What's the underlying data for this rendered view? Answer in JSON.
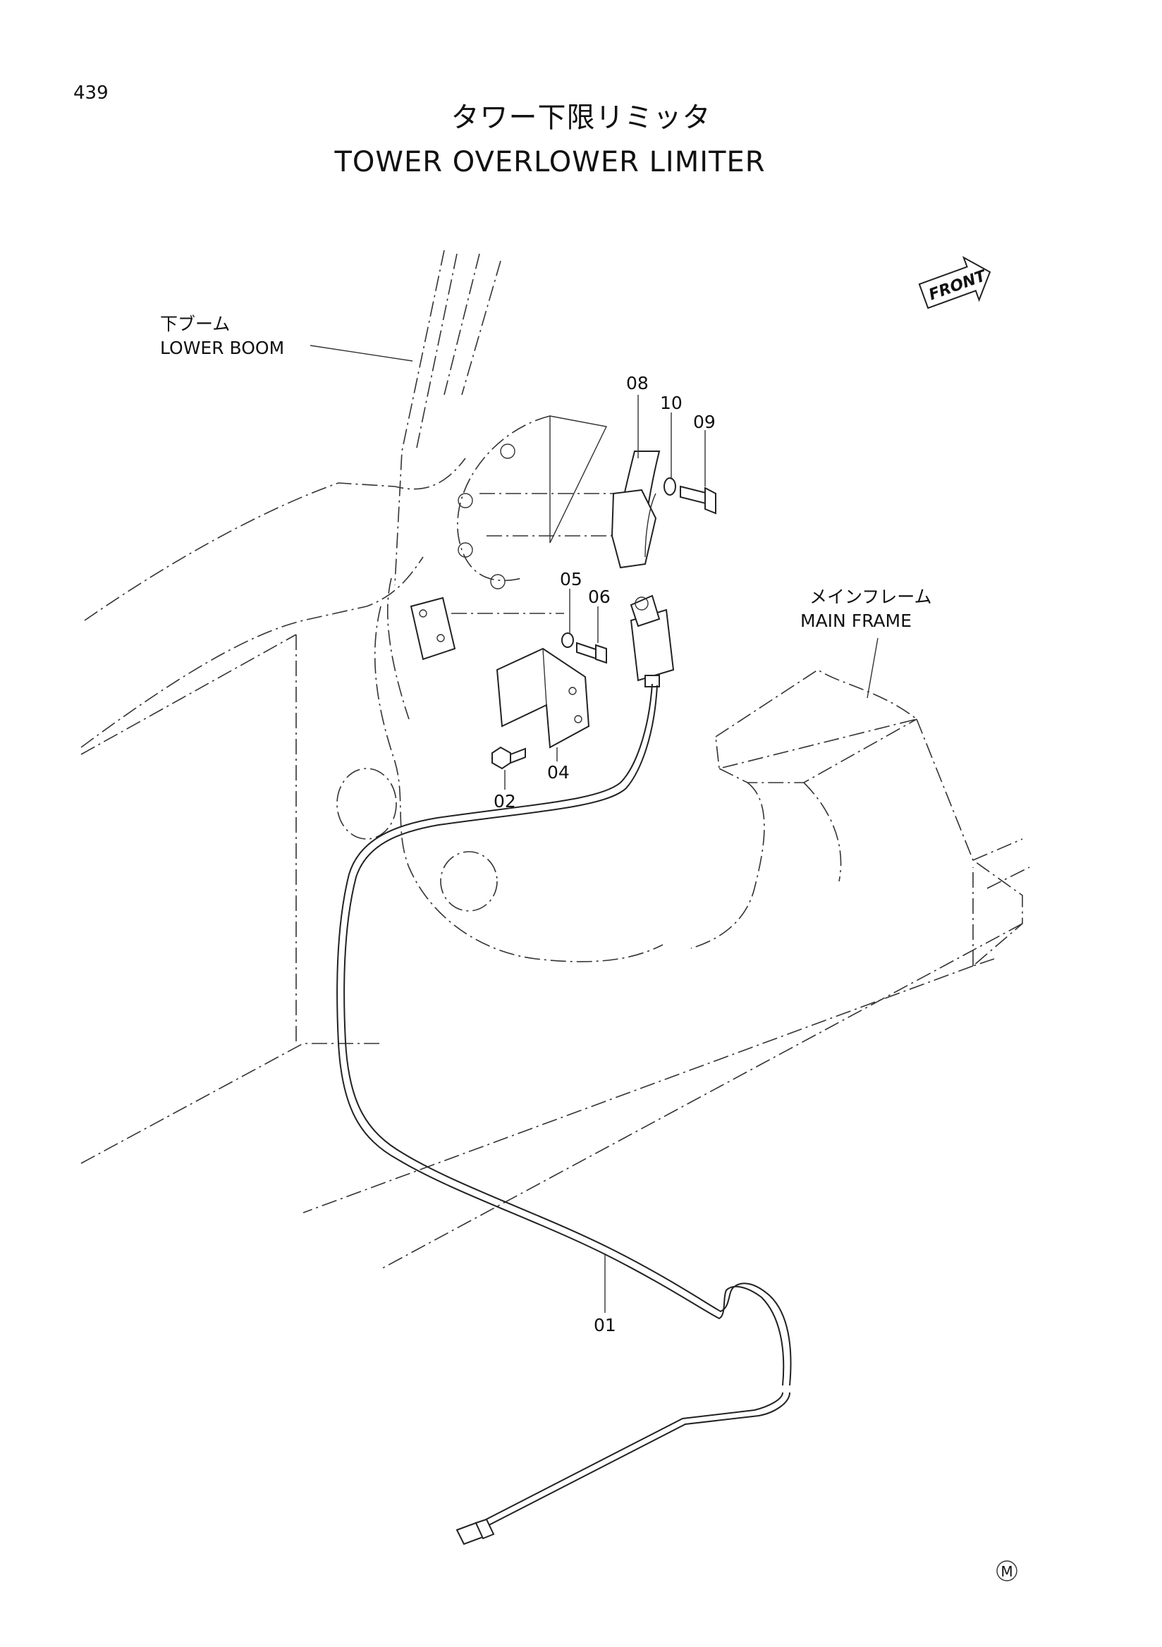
{
  "page": {
    "number": "439",
    "title_jp": "タワー下限リミッタ",
    "title_en": "TOWER OVERLOWER LIMITER",
    "front_badge": "FRONT",
    "corner_mark": "M"
  },
  "callouts": {
    "lower_boom": {
      "jp": "下ブーム",
      "en": "LOWER BOOM"
    },
    "main_frame": {
      "jp": "メインフレーム",
      "en": "MAIN FRAME"
    }
  },
  "parts": [
    "01",
    "02",
    "04",
    "05",
    "06",
    "08",
    "09",
    "10"
  ]
}
